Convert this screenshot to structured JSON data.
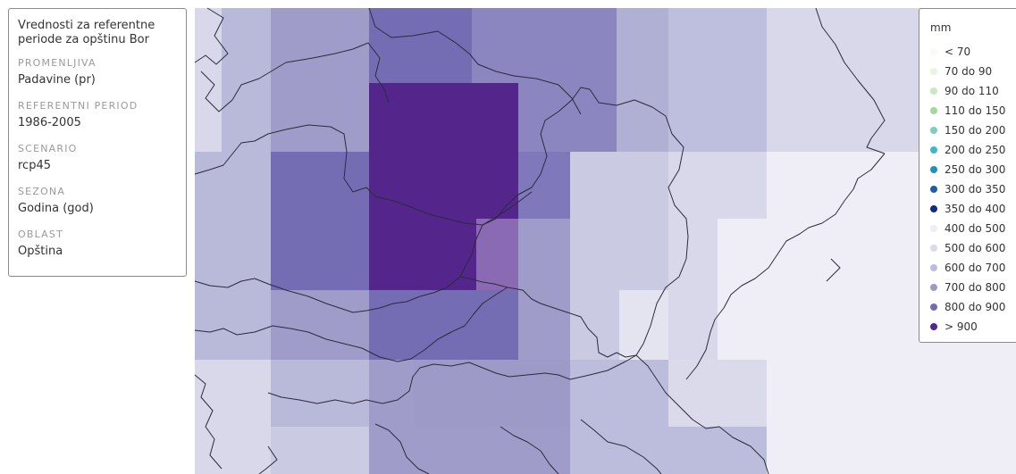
{
  "info": {
    "title": "Vrednosti za referentne periode za opštinu Bor",
    "fields": [
      {
        "label": "PROMENLJIVA",
        "value": "Padavine (pr)"
      },
      {
        "label": "REFERENTNI PERIOD",
        "value": "1986-2005"
      },
      {
        "label": "SCENARIO",
        "value": "rcp45"
      },
      {
        "label": "SEZONA",
        "value": "Godina (god)"
      },
      {
        "label": "OBLAST",
        "value": "Opština"
      }
    ]
  },
  "legend": {
    "unit": "mm",
    "items": [
      {
        "label": "< 70",
        "color": "#f7fcf5"
      },
      {
        "label": "70 do 90",
        "color": "#e5f5e0"
      },
      {
        "label": "90 do 110",
        "color": "#c7e9c0"
      },
      {
        "label": "110 do 150",
        "color": "#a1d99b"
      },
      {
        "label": "150 do 200",
        "color": "#7fcdbb"
      },
      {
        "label": "200 do 250",
        "color": "#41b6c4"
      },
      {
        "label": "250 do 300",
        "color": "#1d91c0"
      },
      {
        "label": "300 do 350",
        "color": "#225ea8"
      },
      {
        "label": "350 do 400",
        "color": "#0c2c84"
      },
      {
        "label": "400 do 500",
        "color": "#efedf5"
      },
      {
        "label": "500 do 600",
        "color": "#dadaeb"
      },
      {
        "label": "600 do 700",
        "color": "#bcbddc"
      },
      {
        "label": "700 do 800",
        "color": "#9e9ac8"
      },
      {
        "label": "800 do 900",
        "color": "#756bb1"
      },
      {
        "label": "> 900",
        "color": "#54278f"
      }
    ]
  }
}
